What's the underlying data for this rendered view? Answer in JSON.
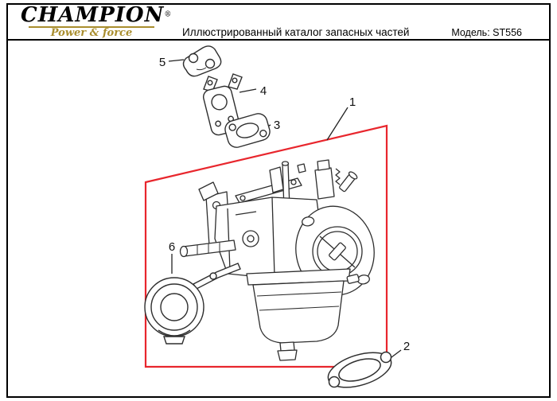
{
  "header": {
    "brand": {
      "name": "CHAMPION",
      "registered_mark": "®",
      "tagline": "Power & force",
      "gold_color": "#a98e2f"
    },
    "title": "Иллюстрированный каталог запасных частей",
    "model": {
      "label": "Модель:",
      "value": "ST556"
    }
  },
  "diagram": {
    "highlight_color": "#e8262d",
    "line_color": "#2e2e2e",
    "callouts": [
      {
        "label": "1"
      },
      {
        "label": "2"
      },
      {
        "label": "3"
      },
      {
        "label": "4"
      },
      {
        "label": "5"
      },
      {
        "label": "6"
      }
    ]
  }
}
